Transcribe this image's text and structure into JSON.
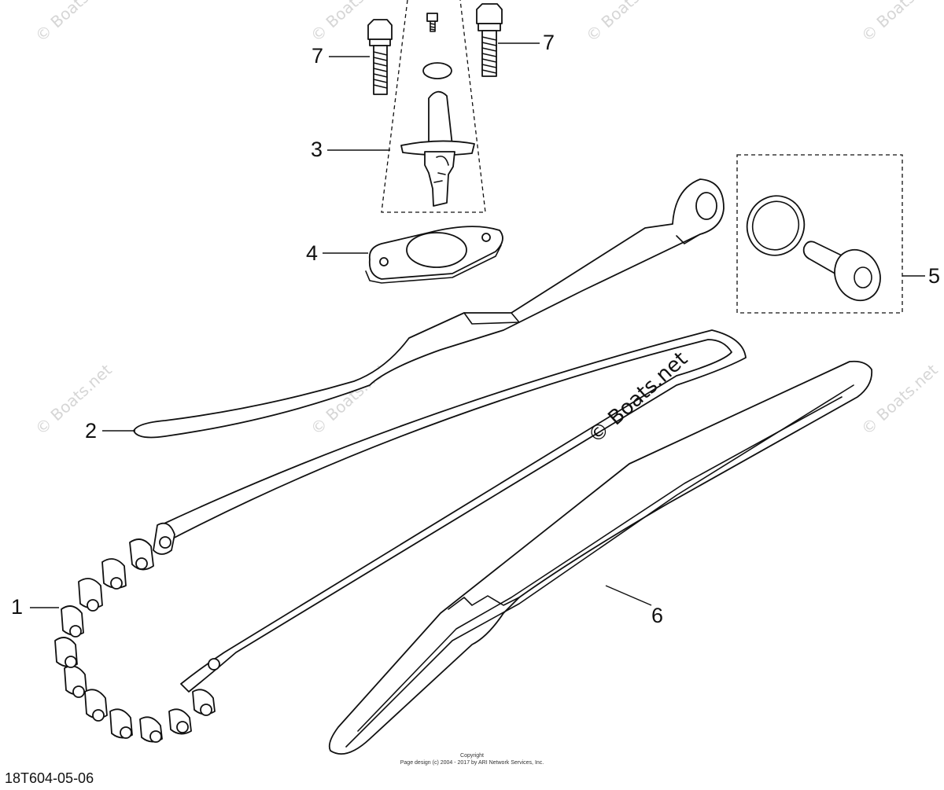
{
  "diagram": {
    "drawing_code": "18T604-05-06",
    "copyright_line1": "Copyright",
    "copyright_line2": "Page design (c) 2004 - 2017 by ARI Network Services, Inc.",
    "watermark_main": "© Boats.net",
    "watermark_faint": "© Boats.net",
    "callouts": {
      "chain": "1",
      "slider": "2",
      "tensioner": "3",
      "gasket": "4",
      "bolt_kit": "5",
      "guide": "6",
      "bolt_left": "7",
      "bolt_right": "7"
    }
  }
}
